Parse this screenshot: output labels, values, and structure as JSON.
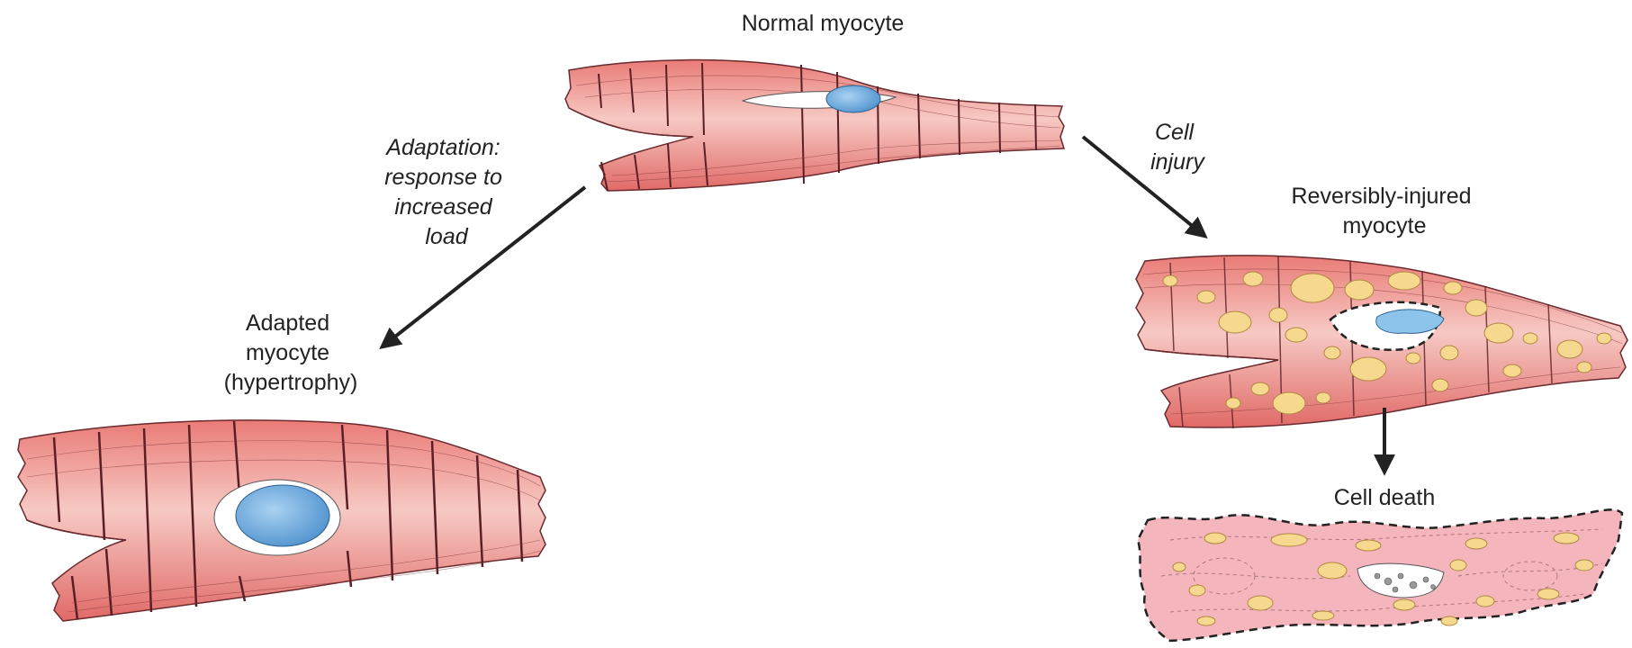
{
  "labels": {
    "normal": "Normal myocyte",
    "adaptation": [
      "Adaptation:",
      "response to",
      "increased",
      "load"
    ],
    "adapted": [
      "Adapted",
      "myocyte",
      "(hypertrophy)"
    ],
    "cell_injury": [
      "Cell",
      "injury"
    ],
    "reversible": [
      "Reversibly-injured",
      "myocyte"
    ],
    "cell_death": "Cell death"
  },
  "colors": {
    "cell_fill": "#e8726e",
    "cell_highlight": "#f7c4c0",
    "band": "#5a1f24",
    "nucleus": "#6aa8dc",
    "vacuole": "#f6d98f",
    "dead_cell": "#f4b5bc",
    "arrow": "#222222"
  }
}
